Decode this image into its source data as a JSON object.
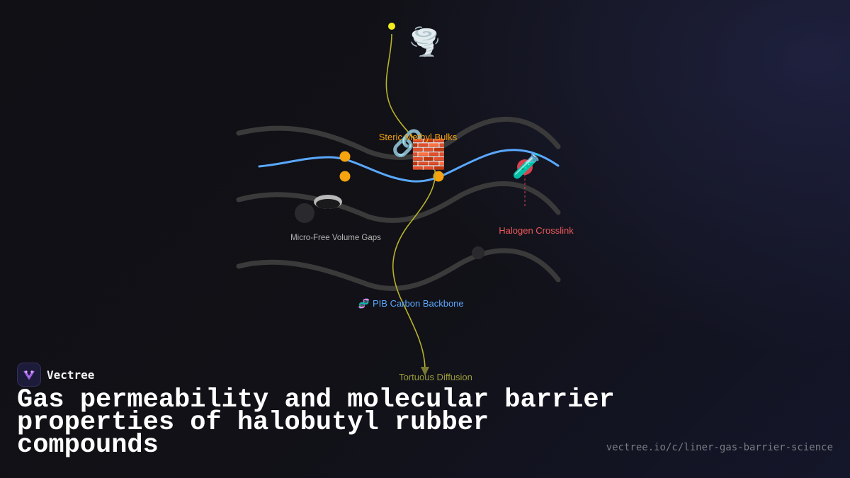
{
  "diagram": {
    "labels": {
      "steric": "Steric Methyl Bulks",
      "micro_gaps": "Micro-Free Volume Gaps",
      "halogen": "Halogen Crosslink",
      "backbone": "PIB Carbon Backbone",
      "diffusion": "Tortuous Diffusion"
    },
    "icons": {
      "tornado": "🌪️",
      "chain": "🔗",
      "bricks": "🧱",
      "test_tube": "🧪",
      "dna": "🧬"
    },
    "colors": {
      "backbone": "#5aa8ff",
      "chains": "#3a3a3a",
      "methyl": "#f5a30f",
      "diffusion_path": "#b8b22a",
      "gas_particle": "#f3ee1a",
      "halogen": "#d8434e",
      "steric_label": "#f5a30f",
      "halogen_label": "#ee5a5a",
      "backbone_label": "#5aa8ff",
      "diffusion_label": "#9a9a3a"
    }
  },
  "brand": {
    "name": "Vectree"
  },
  "title": "Gas permeability and molecular barrier properties of halobutyl rubber compounds",
  "url": "vectree.io/c/liner-gas-barrier-science"
}
